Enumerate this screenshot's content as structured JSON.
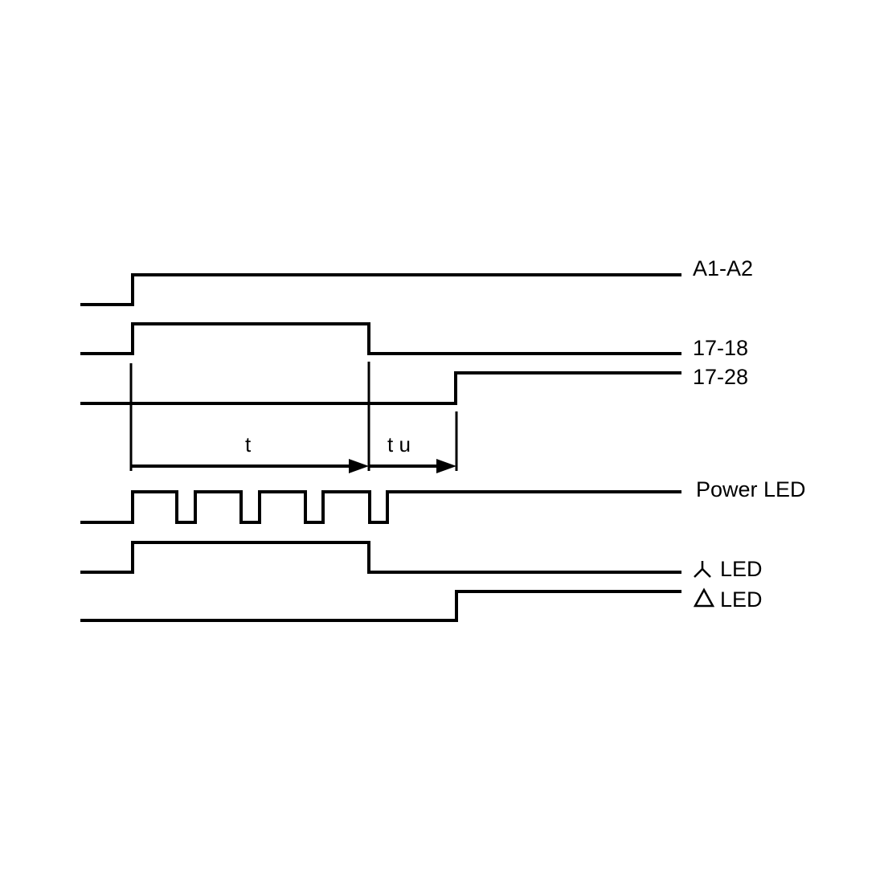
{
  "signals": [
    {
      "id": "a1a2",
      "label": "A1-A2"
    },
    {
      "id": "c1718",
      "label": "17-18"
    },
    {
      "id": "c1728",
      "label": "17-28"
    },
    {
      "id": "power",
      "label": "Power LED"
    },
    {
      "id": "star",
      "label": "LED",
      "symbol": "star-icon"
    },
    {
      "id": "delta",
      "label": "LED",
      "symbol": "delta-icon"
    }
  ],
  "intervals": [
    {
      "id": "t",
      "label": "t"
    },
    {
      "id": "tu",
      "label": "t u"
    }
  ]
}
